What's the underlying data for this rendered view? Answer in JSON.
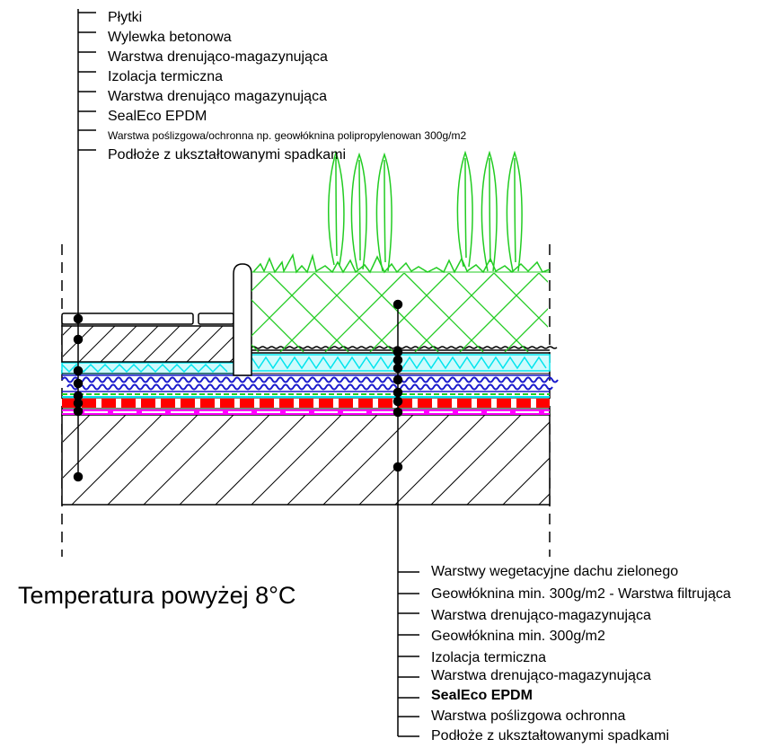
{
  "title": "Temperatura powyżej 8°C",
  "left_labels": [
    "Płytki",
    "Wylewka betonowa",
    "Warstwa drenująco-magazynująca",
    "Izolacja termiczna",
    "Warstwa drenująco magazynująca",
    "SealEco EPDM",
    "Warstwa poślizgowa/ochronna np. geowłóknina polipropylenowan 300g/m2",
    "Podłoże z ukształtowanymi spadkami"
  ],
  "right_labels": [
    "Warstwy wegetacyjne dachu zielonego",
    "Geowłóknina min. 300g/m2 - Warstwa filtrująca",
    "Warstwa drenująco-magazynująca",
    "Geowłóknina min. 300g/m2",
    "Izolacja termiczna",
    "Warstwa drenująco-magazynująca",
    "SealEco EPDM",
    "Warstwa poślizgowa ochronna",
    "Podłoże z ukształtowanymi spadkami"
  ],
  "colors": {
    "line": "#000000",
    "plant": "#22cc22",
    "drainage": "#00e5ee",
    "insulation": "#1a1acc",
    "epdm": "#ff0000",
    "slip_layer": "#ff00ff"
  }
}
